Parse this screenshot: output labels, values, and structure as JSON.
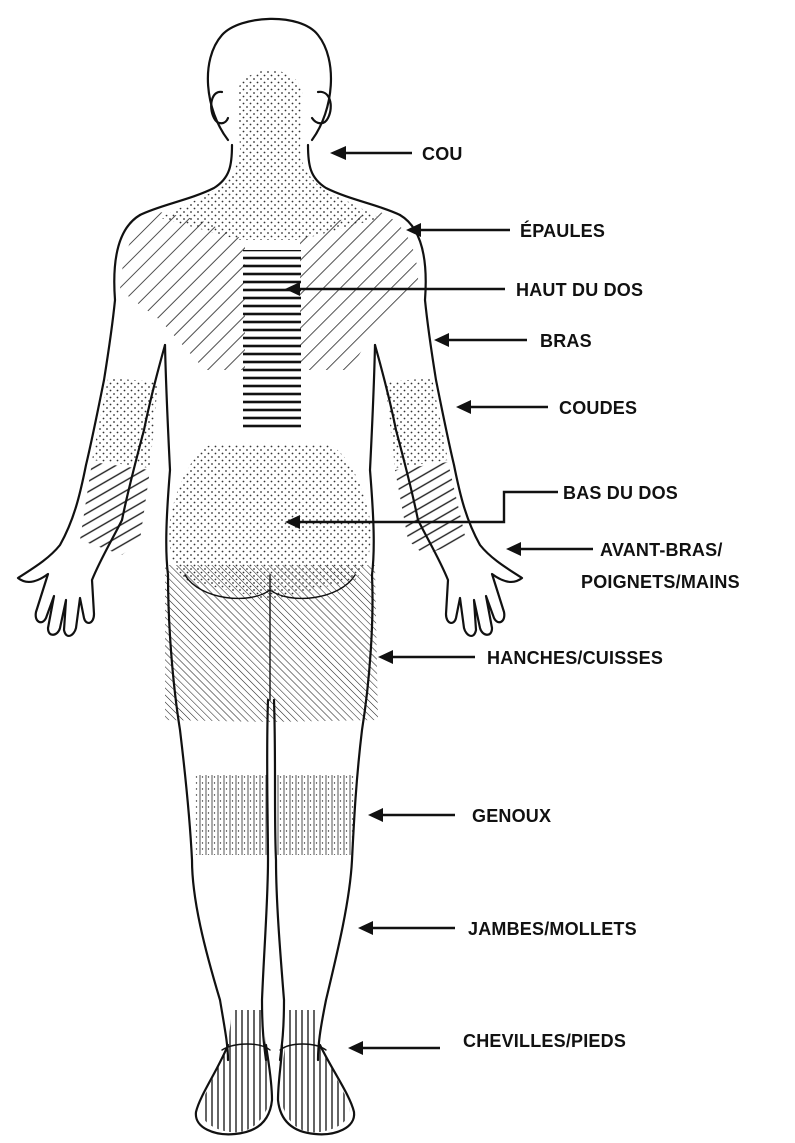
{
  "labels": {
    "cou": "COU",
    "epaules": "ÉPAULES",
    "haut_du_dos": "HAUT DU DOS",
    "bras": "BRAS",
    "coudes": "COUDES",
    "bas_du_dos": "BAS DU DOS",
    "avant_bras_line1": "AVANT-BRAS/",
    "avant_bras_line2": "POIGNETS/MAINS",
    "hanches_cuisses": "HANCHES/CUISSES",
    "genoux": "GENOUX",
    "jambes_mollets": "JAMBES/MOLLETS",
    "chevilles_pieds": "CHEVILLES/PIEDS"
  },
  "colors": {
    "ink": "#111111",
    "background": "#ffffff"
  }
}
